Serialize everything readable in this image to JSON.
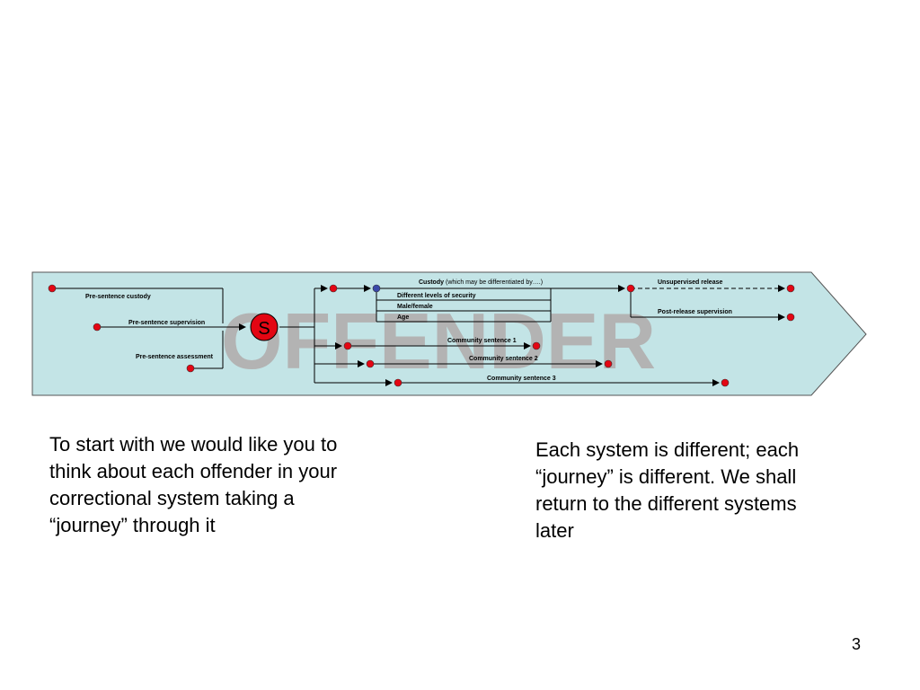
{
  "diagram": {
    "watermark": "OFFENDER",
    "hub_letter": "S",
    "labels": {
      "pre_sentence_custody": "Pre-sentence custody",
      "pre_sentence_supervision": "Pre-sentence supervision",
      "pre_sentence_assessment": "Pre-sentence assessment",
      "custody": "Custody",
      "custody_note": "(which may be differentiated by….)",
      "security_levels": "Different levels of security",
      "male_female": "Male/female",
      "age": "Age",
      "unsupervised_release": "Unsupervised release",
      "post_release_supervision": "Post-release supervision",
      "community_sentence_1": "Community sentence 1",
      "community_sentence_2": "Community sentence 2",
      "community_sentence_3": "Community sentence 3"
    },
    "colors": {
      "background": "#c3e4e6",
      "node": "#e30613",
      "custody_node": "#3a48a8",
      "watermark": "#b3b3b3"
    }
  },
  "text": {
    "left": "To start with we would like you to think about each offender in your correctional system taking a “journey” through it",
    "right": "Each system is different; each “journey” is different.  We shall return to the different systems later"
  },
  "page_number": "3"
}
